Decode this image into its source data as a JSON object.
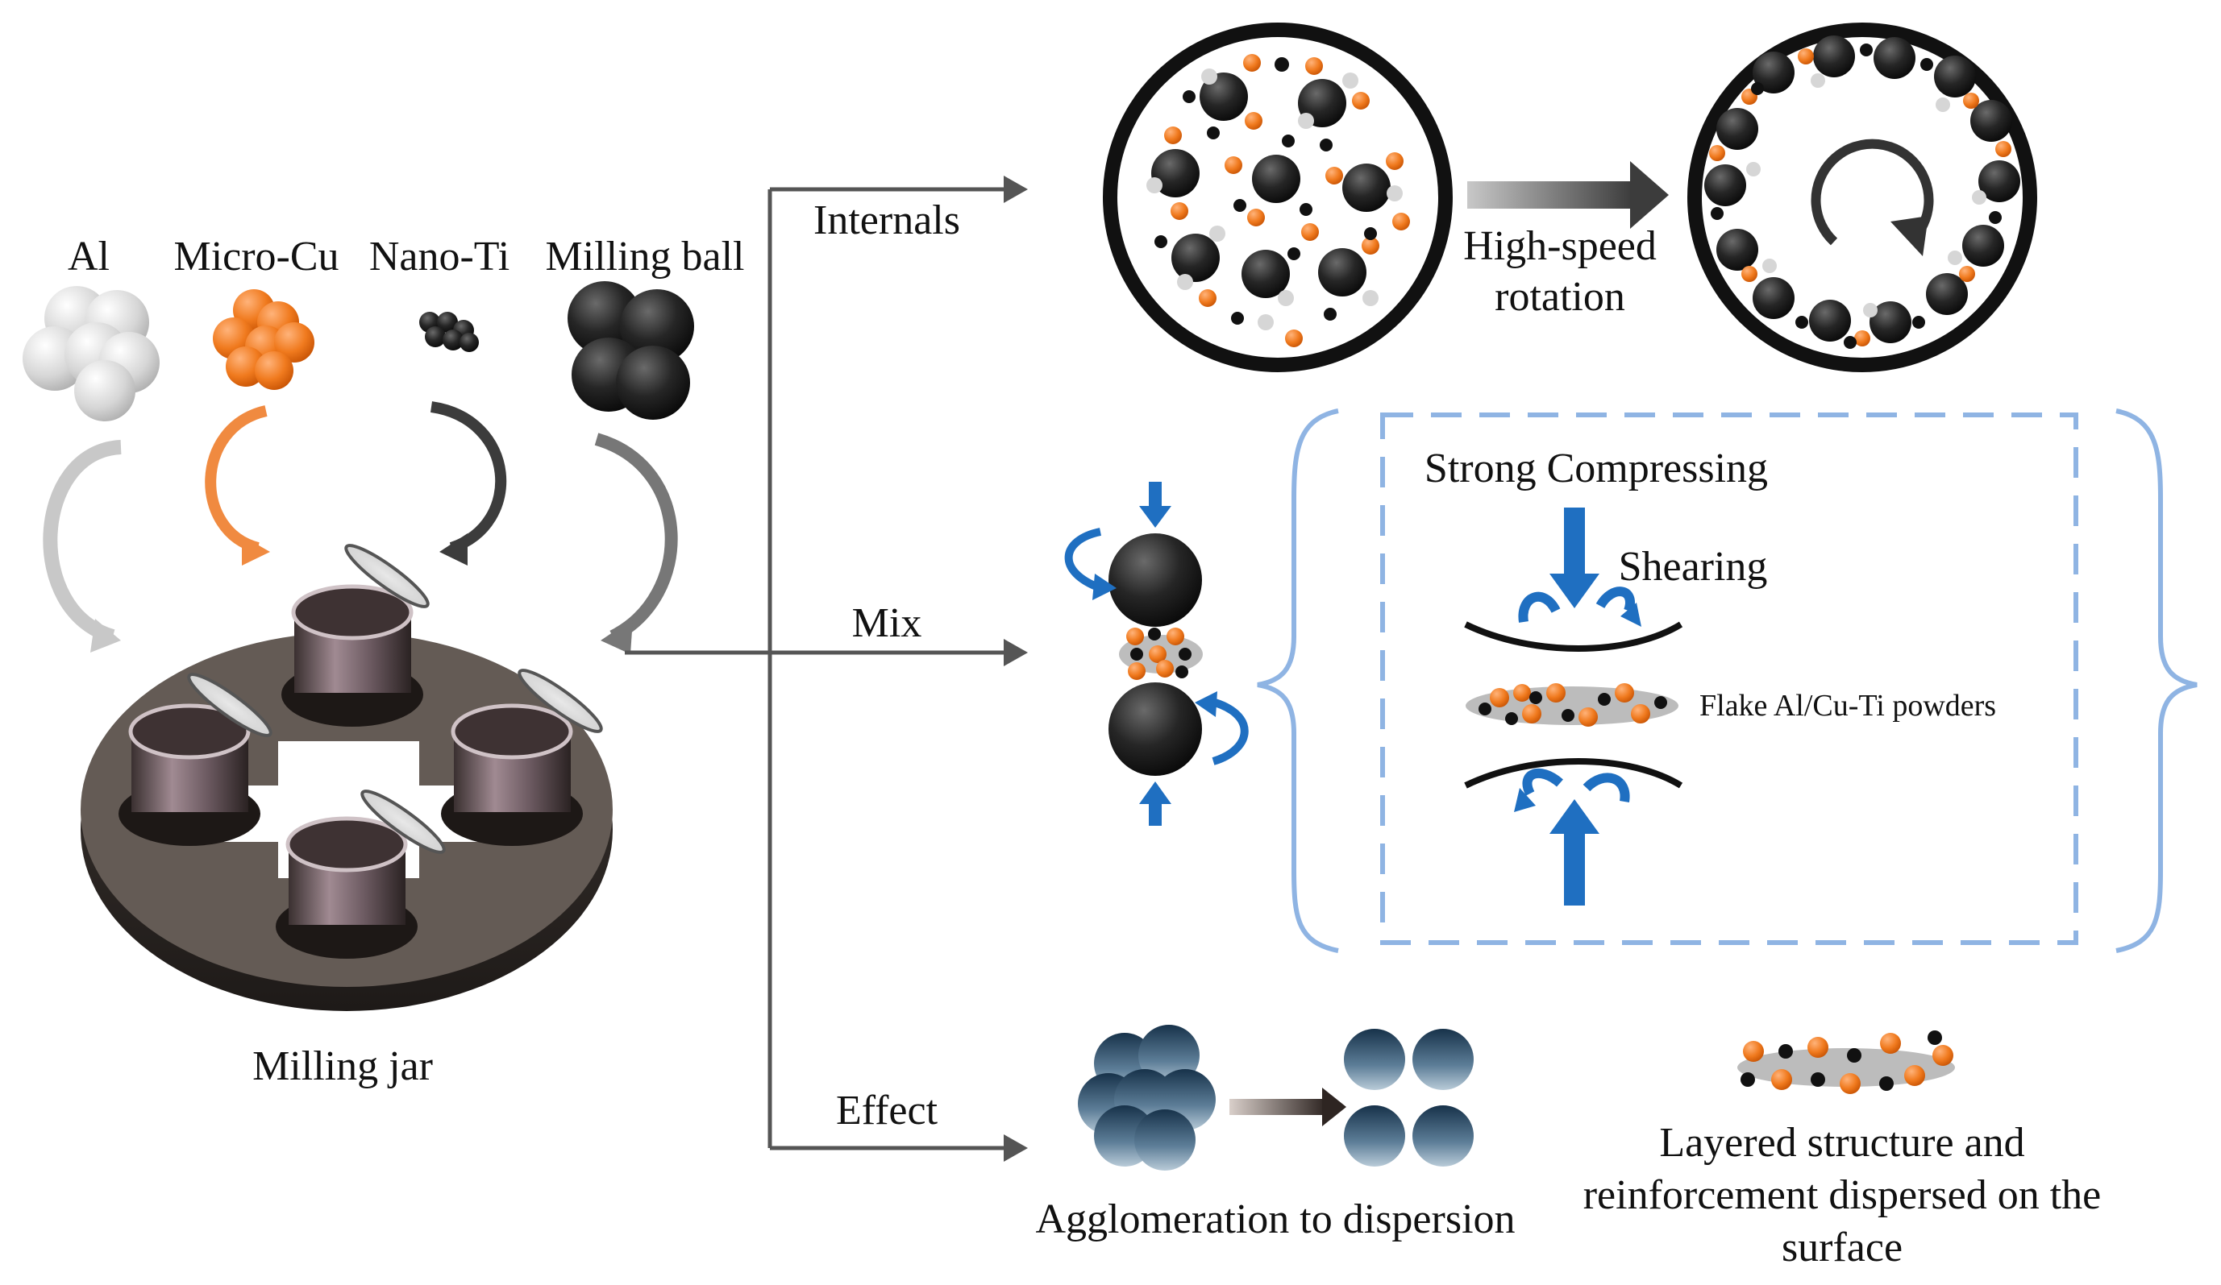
{
  "materials": {
    "al": "Al",
    "micro_cu": "Micro-Cu",
    "nano_ti": "Nano-Ti",
    "milling_ball": "Milling ball"
  },
  "milling_jar_label": "Milling jar",
  "branches": {
    "internals": "Internals",
    "mix": "Mix",
    "effect": "Effect"
  },
  "internals": {
    "transition_label_line1": "High-speed",
    "transition_label_line2": "rotation"
  },
  "mix": {
    "strong_compressing": "Strong Compressing",
    "shearing": "Shearing",
    "flake_label": "Flake Al/Cu-Ti powders"
  },
  "effect": {
    "agglomeration_label": "Agglomeration to dispersion",
    "layered_line1": "Layered structure and",
    "layered_line2": "reinforcement dispersed on the",
    "layered_line3": "surface"
  },
  "colors": {
    "copper": "#ee6a10",
    "titanium": "#1a1a1a",
    "aluminum": "#d9d9d9",
    "arrow_blue": "#1f6fc1",
    "bracket_blue": "#8fb4e3",
    "plate": "#5e5650",
    "effect_ball": "#3d5a73"
  }
}
